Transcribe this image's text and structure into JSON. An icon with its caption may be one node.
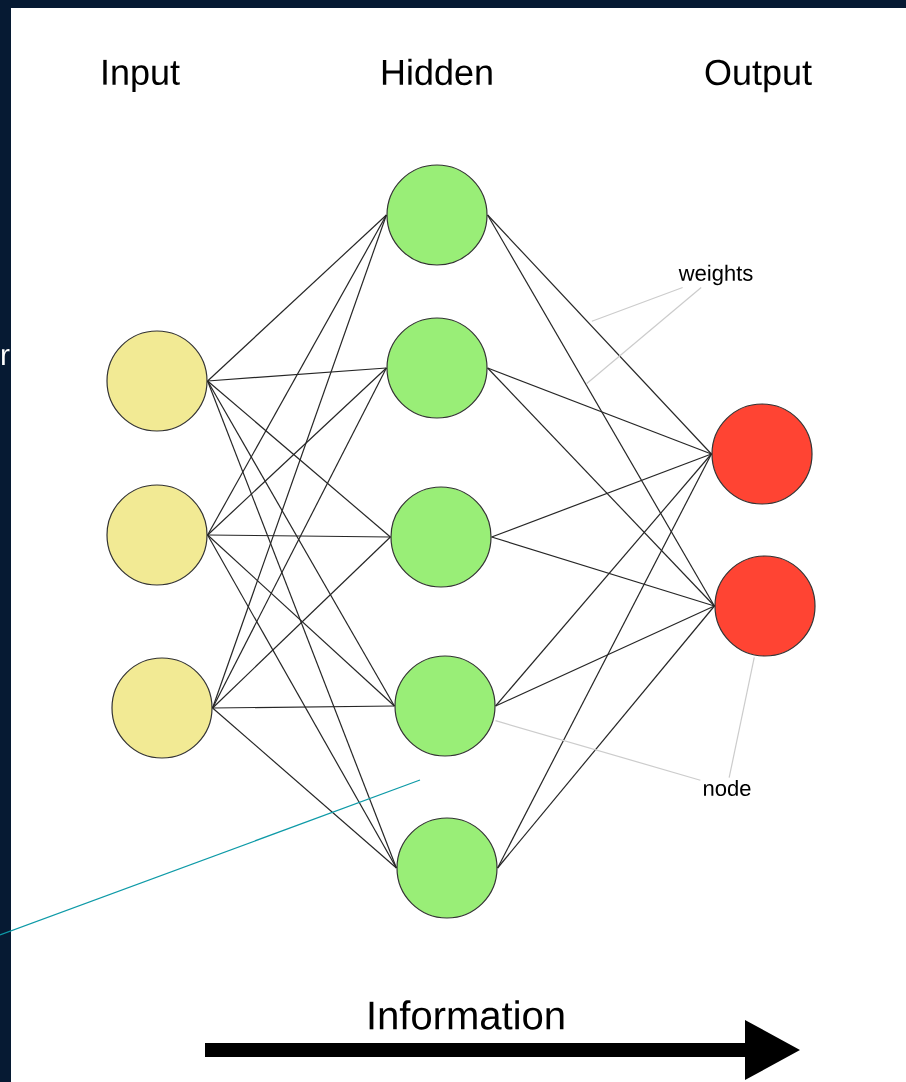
{
  "diagram": {
    "nodes": [
      {
        "text": [],
        "shape": "circle"
      },
      {
        "text": [],
        "shape": "circle"
      },
      {
        "text": [],
        "shape": "circle"
      },
      {
        "text": [],
        "shape": "circle"
      },
      {
        "text": [],
        "shape": "circle"
      },
      {
        "text": [],
        "shape": "circle"
      },
      {
        "text": [],
        "shape": "circle"
      },
      {
        "text": [],
        "shape": "circle"
      },
      {
        "text": [],
        "shape": "circle"
      },
      {
        "text": [],
        "shape": "circle"
      },
      {
        "text": [
          "weights"
        ]
      },
      {
        "text": [
          "node"
        ]
      }
    ],
    "edges": [
      {
        "from": 0,
        "to": 3,
        "arrow": "none"
      },
      {
        "from": 0,
        "to": 4,
        "arrow": "none"
      },
      {
        "from": 0,
        "to": 5,
        "arrow": "none"
      },
      {
        "from": 0,
        "to": 6,
        "arrow": "none"
      },
      {
        "from": 0,
        "to": 7,
        "arrow": "none"
      },
      {
        "from": 1,
        "to": 3,
        "arrow": "none"
      },
      {
        "from": 1,
        "to": 4,
        "arrow": "none"
      },
      {
        "from": 1,
        "to": 5,
        "arrow": "none"
      },
      {
        "from": 1,
        "to": 6,
        "arrow": "none"
      },
      {
        "from": 1,
        "to": 7,
        "arrow": "none"
      },
      {
        "from": 2,
        "to": 3,
        "arrow": "none"
      },
      {
        "from": 2,
        "to": 4,
        "arrow": "none"
      },
      {
        "from": 2,
        "to": 5,
        "arrow": "none"
      },
      {
        "from": 2,
        "to": 6,
        "arrow": "none"
      },
      {
        "from": 2,
        "to": 7,
        "arrow": "none"
      },
      {
        "from": 3,
        "to": 8,
        "arrow": "none"
      },
      {
        "from": 3,
        "to": 9,
        "arrow": "none"
      },
      {
        "from": 4,
        "to": 8,
        "arrow": "none"
      },
      {
        "from": 4,
        "to": 9,
        "arrow": "none"
      },
      {
        "from": 5,
        "to": 8,
        "arrow": "none"
      },
      {
        "from": 5,
        "to": 9,
        "arrow": "none"
      },
      {
        "from": 6,
        "to": 8,
        "arrow": "none"
      },
      {
        "from": 6,
        "to": 9,
        "arrow": "none"
      },
      {
        "from": 7,
        "to": 8,
        "arrow": "none"
      },
      {
        "from": 7,
        "to": 9,
        "arrow": "none"
      },
      {
        "from": 10,
        "to": null,
        "arrow": "none",
        "color": "#cccccc"
      },
      {
        "from": 10,
        "to": null,
        "arrow": "none",
        "color": "#cccccc"
      },
      {
        "from": 11,
        "to": 6,
        "arrow": "none",
        "color": "#cccccc"
      },
      {
        "from": 11,
        "to": 9,
        "arrow": "none",
        "color": "#cccccc"
      }
    ],
    "labels": [
      "Input",
      "Hidden",
      "Output",
      "r",
      "Information"
    ]
  }
}
